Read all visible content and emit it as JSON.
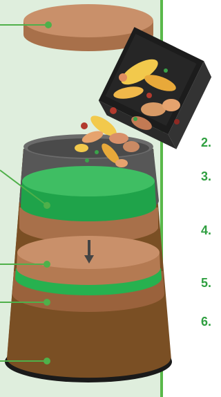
{
  "steps": [
    "2.",
    "3.",
    "4.",
    "5.",
    "6."
  ],
  "colors": {
    "panel": "#dfeedd",
    "divider": "#59b84a",
    "step_number": "#2f9f40",
    "leader_line": "#4fb04a",
    "soil_light": "#c9906a",
    "soil_mid": "#a8704a",
    "soil_dark": "#7a4f24",
    "grass": "#27b14f",
    "bin": "#555555",
    "container": "#222222"
  },
  "icons": {
    "arrow": "down-arrow-icon",
    "scraps": "food-scraps-icon",
    "container": "scrap-container-icon"
  }
}
